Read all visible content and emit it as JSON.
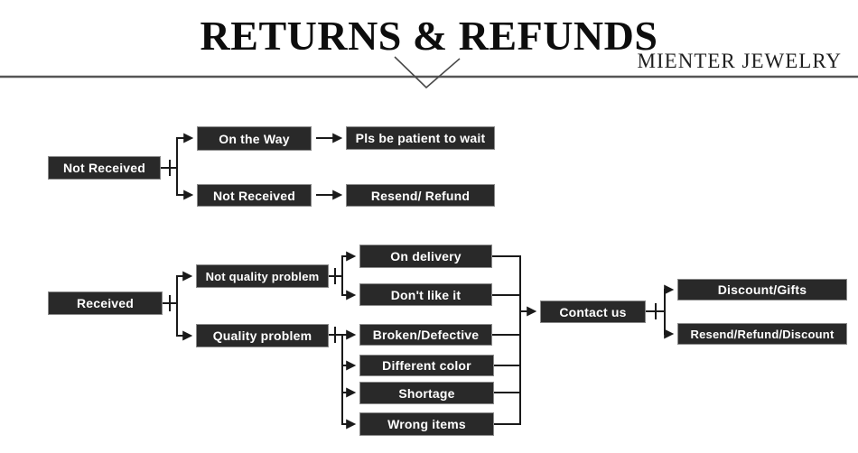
{
  "header": {
    "title": "RETURNS & REFUNDS",
    "brand": "MIENTER JEWELRY"
  },
  "colors": {
    "node_background": "#292929",
    "node_text": "#ffffff",
    "connector_line": "#1a1a1a",
    "divider_line": "#565656",
    "page_background": "#ffffff"
  },
  "flow": {
    "not_received_root": "Not Received",
    "on_the_way": "On the Way",
    "not_received_case": "Not Received",
    "pls_be_patient": "Pls be patient to wait",
    "resend_refund": "Resend/ Refund",
    "received_root": "Received",
    "not_quality_problem": "Not quality problem",
    "quality_problem": "Quality problem",
    "on_delivery": "On delivery",
    "dont_like_it": "Don't like it",
    "broken_defective": "Broken/Defective",
    "different_color": "Different color",
    "shortage": "Shortage",
    "wrong_items": "Wrong items",
    "contact_us": "Contact us",
    "discount_gifts": "Discount/Gifts",
    "resend_refund_discount": "Resend/Refund/Discount"
  }
}
